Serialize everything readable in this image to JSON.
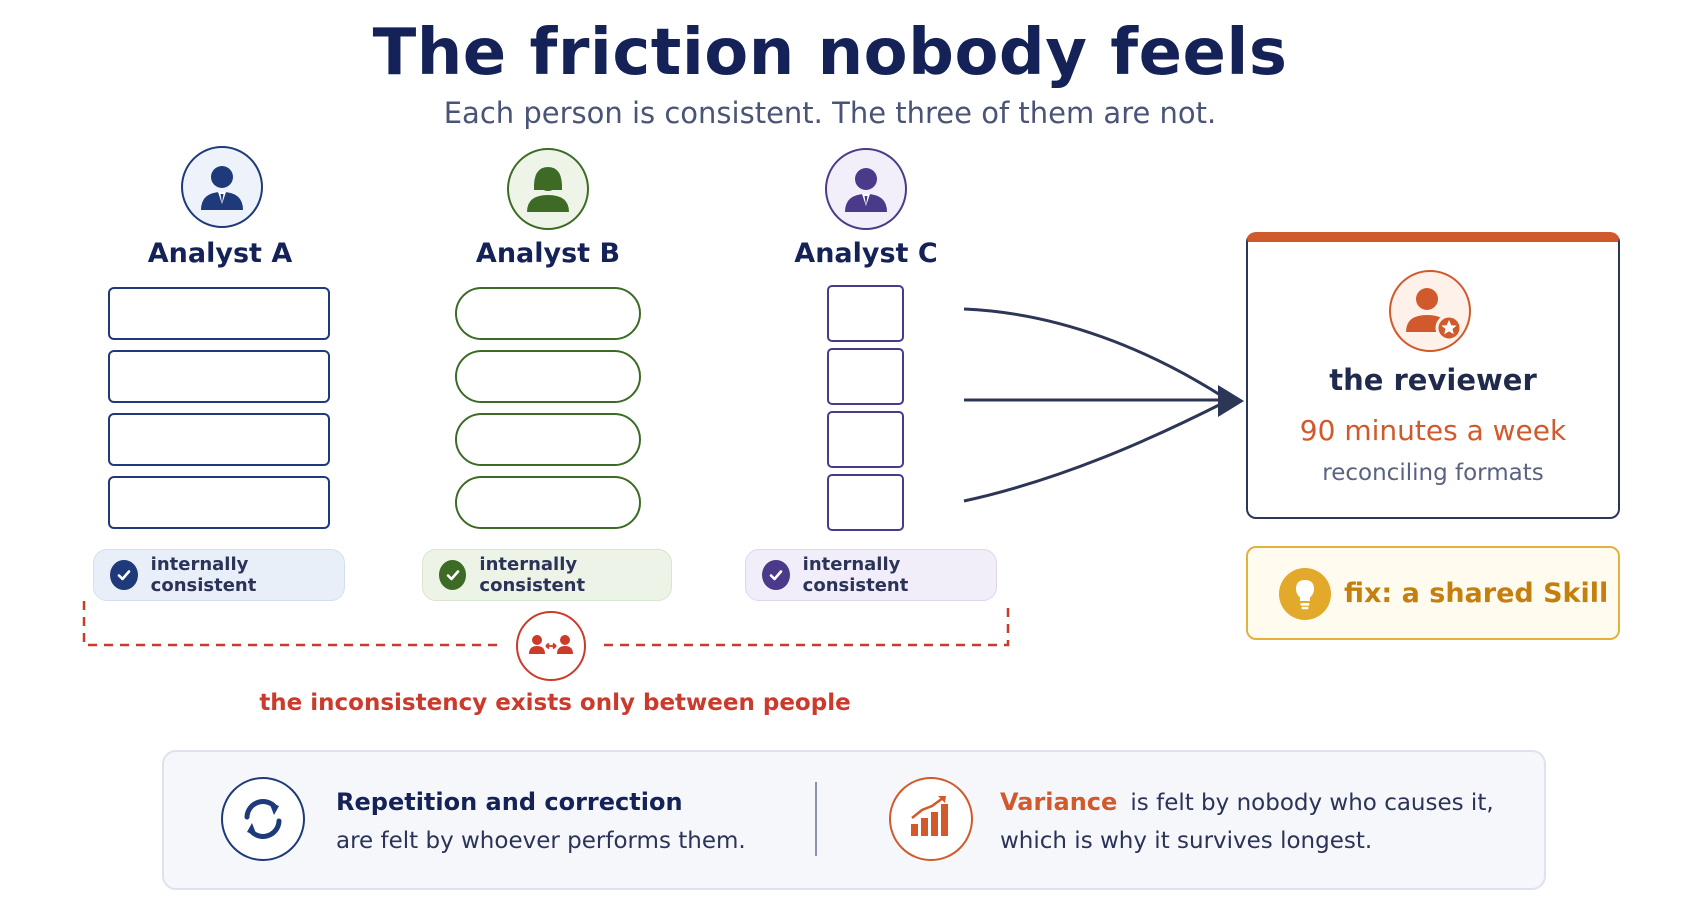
{
  "header": {
    "title": "The friction nobody feels",
    "subtitle": "Each person is consistent. The three of them are not."
  },
  "analysts": [
    {
      "name": "Analyst A",
      "status": "internally consistent",
      "color": "#1e3a7a",
      "tint": "#e9eff8"
    },
    {
      "name": "Analyst B",
      "status": "internally consistent",
      "color": "#3d6b26",
      "tint": "#edf4e7"
    },
    {
      "name": "Analyst C",
      "status": "internally consistent",
      "color": "#4b3a8a",
      "tint": "#f1eef9"
    }
  ],
  "gap_note": "the inconsistency exists only between people",
  "reviewer": {
    "title": "the reviewer",
    "time": "90 minutes a week",
    "note": "reconciling formats",
    "accent": "#d05a2c"
  },
  "fix": {
    "label": "fix: a shared Skill",
    "accent": "#e3b13c"
  },
  "footer": {
    "left": {
      "icon": "refresh-icon",
      "heading": "Repetition and correction",
      "text": "are felt by whoever performs them."
    },
    "right": {
      "icon": "bar-chart-icon",
      "heading": "Variance",
      "text_line1": "is felt by nobody who causes it,",
      "text_line2": "which is why it survives longest."
    }
  }
}
